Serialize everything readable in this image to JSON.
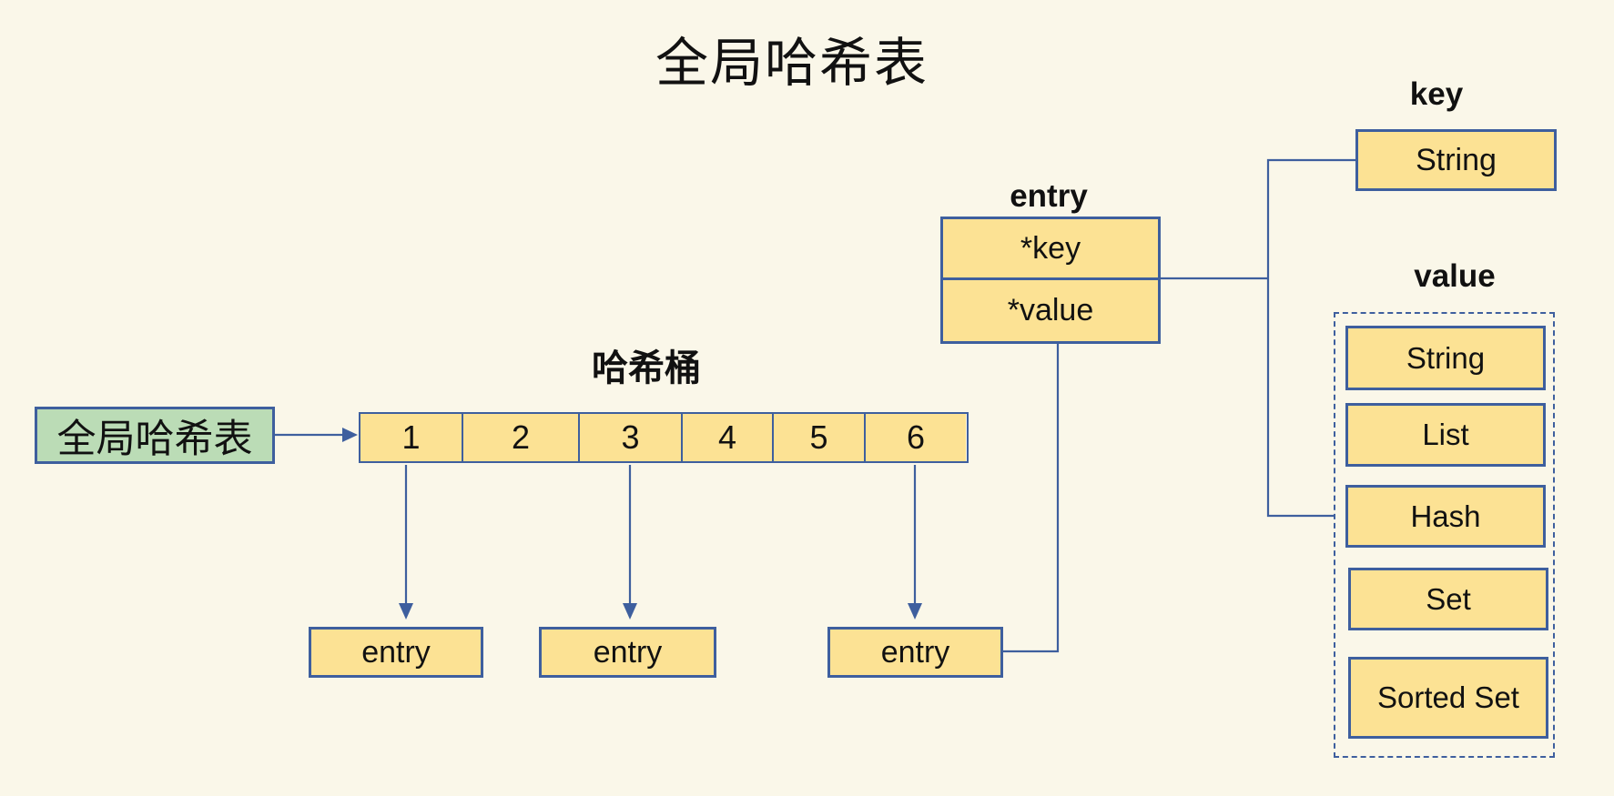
{
  "title": "全局哈希表",
  "colors": {
    "background": "#FAF7E9",
    "box_fill": "#FCE294",
    "box_border": "#3E5F9E",
    "green_fill": "#BBDCB6",
    "connector": "#3E5F9E",
    "dashed_border": "#3E5F9E",
    "text": "#111111"
  },
  "global_table": {
    "label": "全局哈希表"
  },
  "bucket": {
    "label": "哈希桶",
    "cells": [
      "1",
      "2",
      "3",
      "4",
      "5",
      "6"
    ]
  },
  "entries": [
    "entry",
    "entry",
    "entry"
  ],
  "entry_struct": {
    "label": "entry",
    "key_field": "*key",
    "value_field": "*value"
  },
  "key": {
    "label": "key",
    "type": "String"
  },
  "value": {
    "label": "value",
    "types": [
      "String",
      "List",
      "Hash",
      "Set",
      "Sorted Set"
    ]
  }
}
